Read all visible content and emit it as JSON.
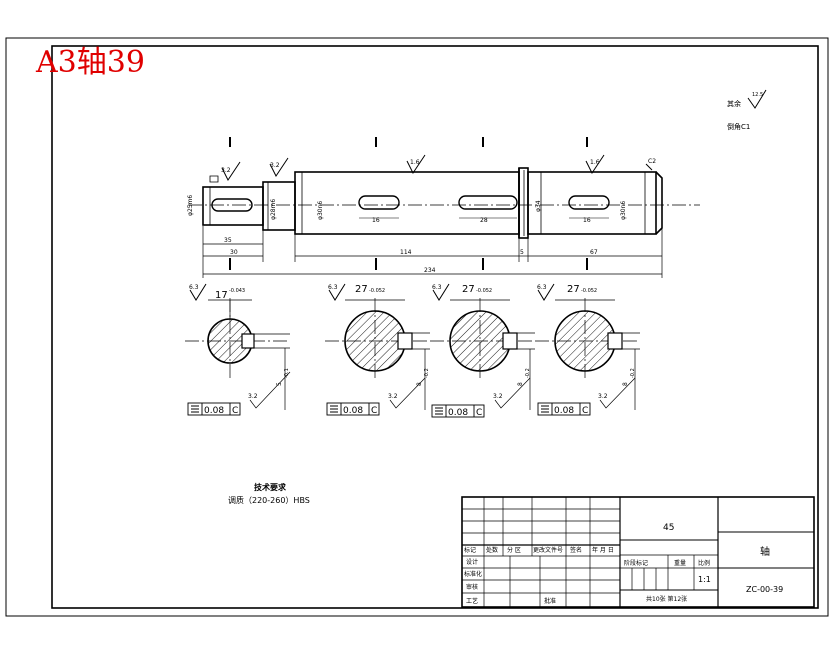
{
  "header_title": "A3轴39",
  "roughness": {
    "other": "其余",
    "other_value": "12.5",
    "chamfer": "倒角C1"
  },
  "shaft": {
    "top_roughness": [
      "3.2",
      "3.2",
      "1.6",
      "1.6",
      "C2"
    ],
    "dia_labels": [
      "φ25m6",
      "φ28m6",
      "φ30n6",
      "φ34",
      "φ30n6"
    ],
    "keyway_lengths": [
      "16",
      "28",
      "16"
    ],
    "dims": {
      "d35": "35",
      "d30": "30",
      "d114": "114",
      "d5": "5",
      "d67": "67",
      "d234": "234"
    }
  },
  "sections": [
    {
      "roughness": "6.3",
      "width": "17",
      "width_tol": "-0.043",
      "depth": "5",
      "depth_tol": "-0.1",
      "root_roughness": "3.2",
      "tolerance_value": "0.08",
      "datum": "C"
    },
    {
      "roughness": "6.3",
      "width": "27",
      "width_tol": "-0.052",
      "depth": "8",
      "depth_tol": "-0.2",
      "root_roughness": "3.2",
      "tolerance_value": "0.08",
      "datum": "C"
    },
    {
      "roughness": "6.3",
      "width": "27",
      "width_tol": "-0.052",
      "depth": "8",
      "depth_tol": "-0.2",
      "root_roughness": "3.2",
      "tolerance_value": "0.08",
      "datum": "C"
    },
    {
      "roughness": "6.3",
      "width": "27",
      "width_tol": "-0.052",
      "depth": "8",
      "depth_tol": "-0.2",
      "root_roughness": "3.2",
      "tolerance_value": "0.08",
      "datum": "C"
    }
  ],
  "tech_req": {
    "title": "技术要求",
    "line1": "调质（220-260）HBS"
  },
  "title_block": {
    "material": "45",
    "part_name": "轴",
    "drawing_no": "ZC-00-39",
    "scale_value": "1:1",
    "sheet_info": "共10张 第12张",
    "col_labels": [
      "标记",
      "处数",
      "分 区",
      "更改文件号",
      "签名",
      "年 月 日"
    ],
    "row_labels": [
      "设计",
      "标准化",
      "审核",
      "工艺",
      "批准"
    ],
    "mid_labels": [
      "阶段标记",
      "重量",
      "比例"
    ]
  }
}
